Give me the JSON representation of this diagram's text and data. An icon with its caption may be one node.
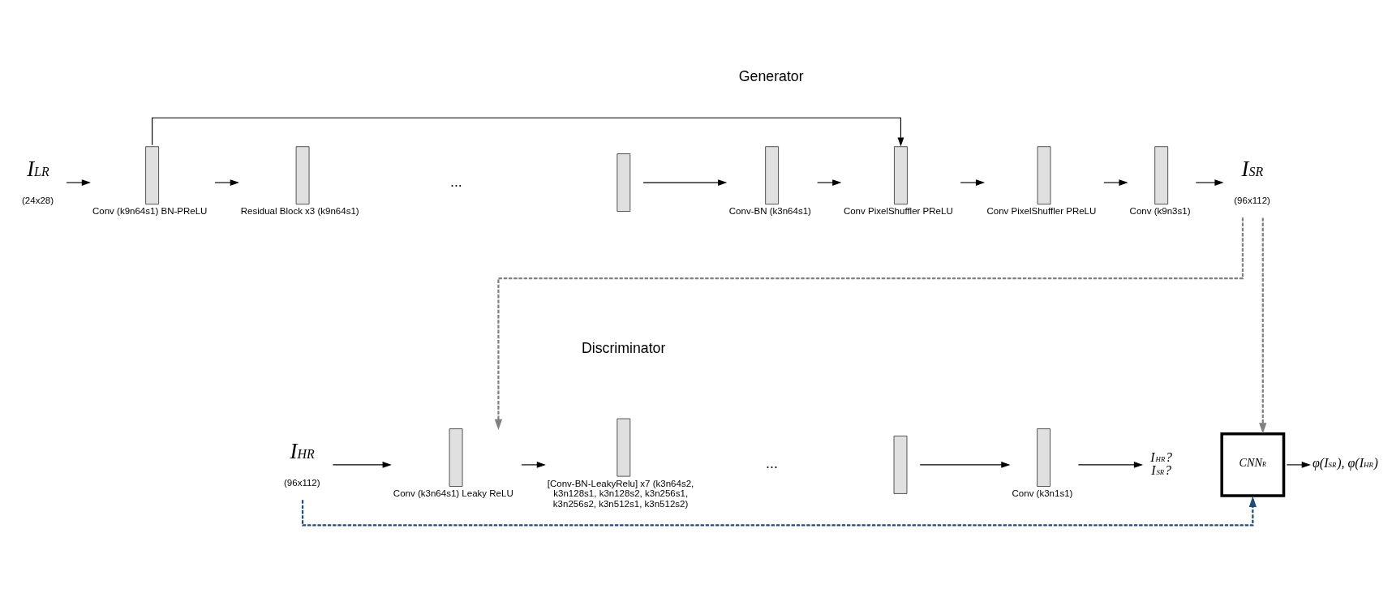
{
  "diagram": {
    "nodes": [
      {
        "text": [
          "I$^{LR}$"
        ],
        "beside": [
          "(24x28)"
        ]
      },
      {
        "text": [],
        "shape": "box",
        "beside": [
          "Conv (k9n64s1) BN-PReLU"
        ]
      },
      {
        "text": [],
        "shape": "box",
        "beside": [
          "Residual Block x3 (k9n64s1)"
        ]
      },
      {
        "text": [],
        "shape": "box"
      },
      {
        "text": [],
        "shape": "box",
        "beside": [
          "Conv-BN (k3n64s1)"
        ]
      },
      {
        "text": [],
        "shape": "box",
        "beside": [
          "Conv PixelShuffler PReLU"
        ]
      },
      {
        "text": [],
        "shape": "box",
        "beside": [
          "Conv PixelShuffler PReLU"
        ]
      },
      {
        "text": [],
        "shape": "box",
        "beside": [
          "Conv (k9n3s1)"
        ]
      },
      {
        "text": [
          "I$^{SR}$"
        ],
        "beside": [
          "(96x112)"
        ]
      },
      {
        "text": [
          "I$^{HR}$"
        ],
        "beside": [
          "(96x112)"
        ]
      },
      {
        "text": [],
        "shape": "box",
        "beside": [
          "Conv (k3n64s1) Leaky ReLU"
        ]
      },
      {
        "text": [],
        "shape": "box",
        "beside": [
          "[Conv-BN-LeakyRelu] x7 (k3n64s2, k3n128s1, k3n128s2, k3n256s1, k3n256s2, k3n512s1, k3n512s2)"
        ]
      },
      {
        "text": [],
        "shape": "box"
      },
      {
        "text": [],
        "shape": "box",
        "beside": [
          "Conv (k3n1s1)"
        ]
      },
      {
        "text": [
          "I$^{HR}$?",
          "I$^{SR}$?"
        ]
      },
      {
        "text": [
          "CNN$^{R}$"
        ]
      },
      {
        "text": [
          "φ(I$^{SR}$), φ(I$^{HR}$)"
        ]
      }
    ],
    "edges": [
      {
        "from": 0,
        "to": 1,
        "arrow": "to"
      },
      {
        "from": 1,
        "to": 2,
        "arrow": "to"
      },
      {
        "from": 3,
        "to": 4,
        "arrow": "to"
      },
      {
        "from": 4,
        "to": 5,
        "arrow": "to"
      },
      {
        "from": 1,
        "to": 5,
        "arrow": "to"
      },
      {
        "from": 5,
        "to": 6,
        "arrow": "to"
      },
      {
        "from": 6,
        "to": 7,
        "arrow": "to"
      },
      {
        "from": 7,
        "to": 8,
        "arrow": "to"
      },
      {
        "from": 8,
        "to": 10,
        "arrow": "to",
        "style": "dashed",
        "color": "#808080"
      },
      {
        "from": 8,
        "to": 15,
        "arrow": "to",
        "style": "dashed",
        "color": "#808080"
      },
      {
        "from": 9,
        "to": 15,
        "arrow": "to",
        "style": "dashed",
        "color": "#1f4e79"
      },
      {
        "from": 9,
        "to": 10,
        "arrow": "to"
      },
      {
        "from": 10,
        "to": 11,
        "arrow": "to"
      },
      {
        "from": 12,
        "to": 13,
        "arrow": "to"
      },
      {
        "from": 13,
        "to": 14,
        "arrow": "to"
      },
      {
        "from": 15,
        "to": 16,
        "arrow": "to"
      }
    ],
    "labels": [
      "Generator",
      "...",
      "...",
      "Discriminator"
    ]
  }
}
